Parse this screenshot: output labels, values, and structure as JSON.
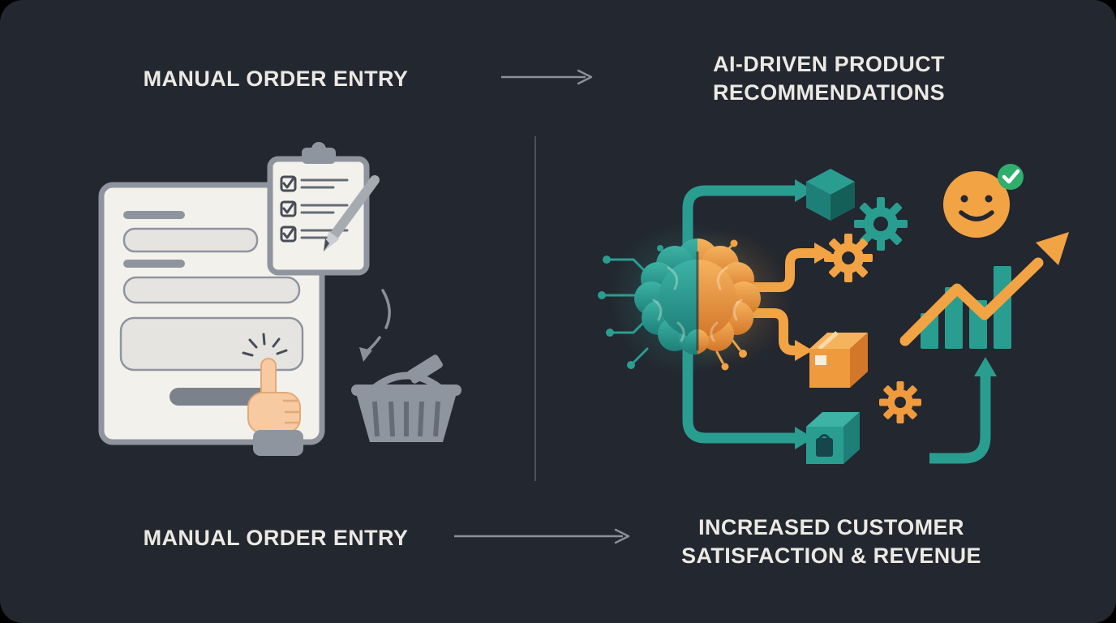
{
  "labels": {
    "top_left": "MANUAL ORDER ENTRY",
    "top_right": [
      "AI-DRIVEN PRODUCT",
      "RECOMMENDATIONS"
    ],
    "bottom_left": "MANUAL ORDER ENTRY",
    "bottom_right": [
      "INCREASED CUSTOMER",
      "SATISFACTION & REVENUE"
    ]
  },
  "icons": {
    "left_panel": [
      "order-form",
      "form-input-fields",
      "form-submit-button",
      "clipboard-checklist",
      "checkbox-checkmarks",
      "pen",
      "click-burst",
      "hand-cursor",
      "curved-arrow-down",
      "shopping-basket"
    ],
    "right_panel": [
      "ai-brain",
      "circuit-nodes",
      "flow-arrow-teal",
      "flow-arrow-orange",
      "cube",
      "gear-teal",
      "gear-orange",
      "smiley-face",
      "check-badge",
      "bar-chart",
      "growth-trend-arrow",
      "package-box-orange",
      "gear-small-orange",
      "package-box-teal",
      "shopping-bag"
    ]
  },
  "colors": {
    "background": "#23272F",
    "text": "#EBE9E3",
    "arrow_gray": "#8A9099",
    "divider": "#4A515B",
    "teal": "#2A9D91",
    "teal_light": "#3CB3A5",
    "teal_dark": "#1E7F78",
    "teal_deep": "#155F59",
    "orange": "#F2A343",
    "orange_light": "#F6B35E",
    "orange_mid": "#EF9A3D",
    "orange_dark": "#D3772A",
    "green": "#2FAE6E",
    "paper": "#F3F1EC",
    "ui_gray": "#8F959E",
    "ui_gray_dark": "#666C76",
    "ink": "#474D56",
    "field": "#E6E4E1",
    "skin": "#F8CAA1",
    "skin_line": "#E2A977",
    "button_gray": "#7C828C",
    "pen_gray": "#A6ABB2",
    "pen_tip": "#C9CDD3",
    "label_cream": "#F6EDDC",
    "tape": "#FBD9A8",
    "bag_dark": "#16454A",
    "brain_split": "#1B1F26"
  }
}
